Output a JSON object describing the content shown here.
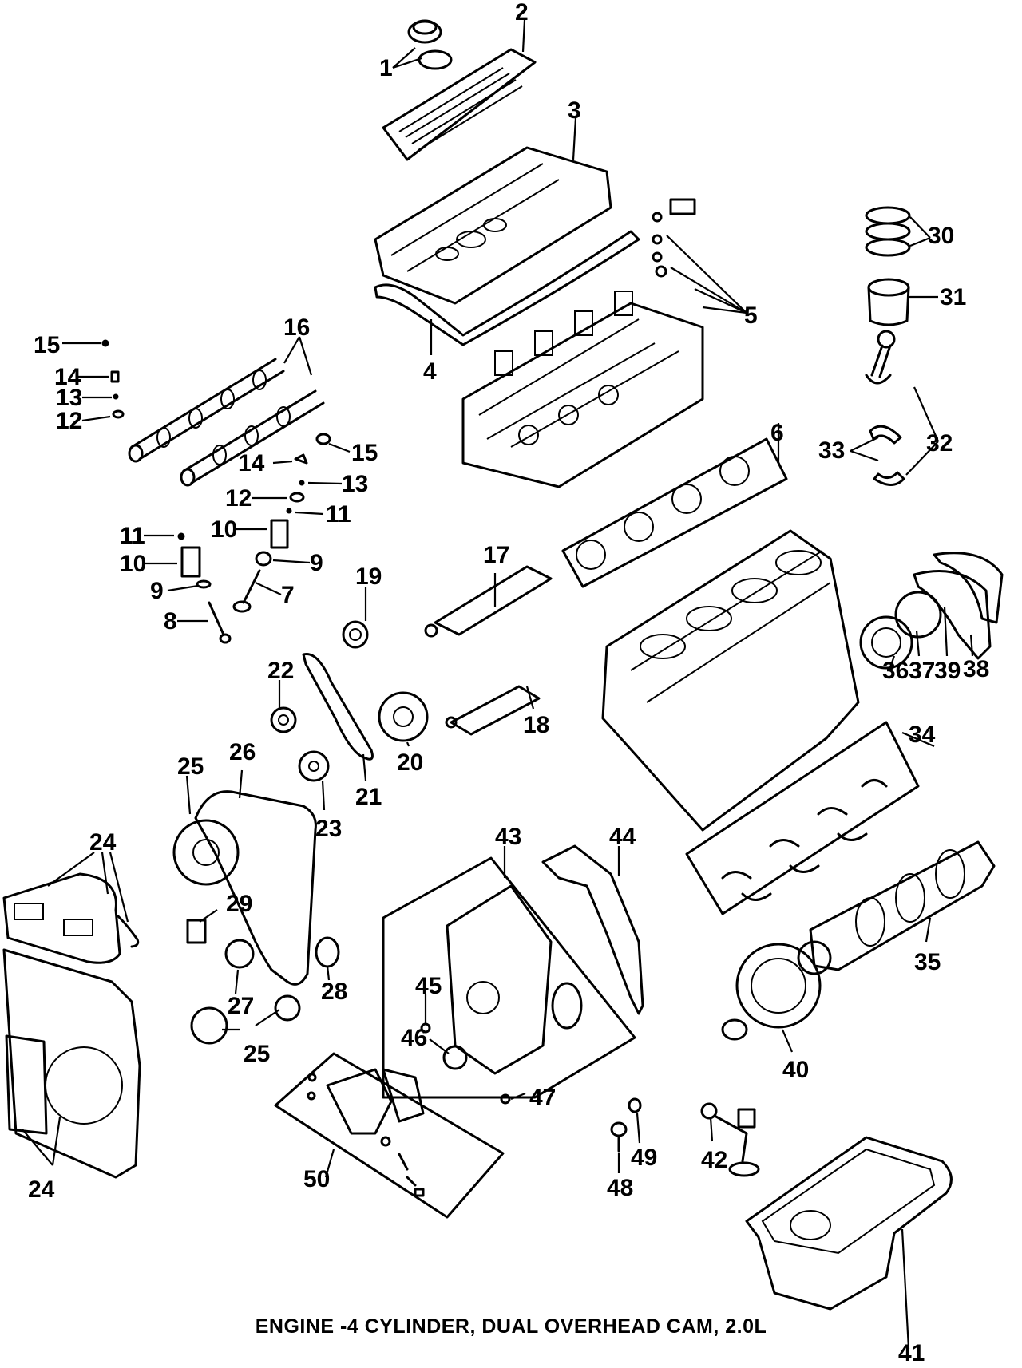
{
  "caption": "ENGINE -4 CYLINDER, DUAL OVERHEAD CAM, 2.0L",
  "callouts": {
    "c1": "1",
    "c2": "2",
    "c3": "3",
    "c4": "4",
    "c5": "5",
    "c6": "6",
    "c7": "7",
    "c8": "8",
    "c9a": "9",
    "c9b": "9",
    "c10a": "10",
    "c10b": "10",
    "c11a": "11",
    "c11b": "11",
    "c12a": "12",
    "c12b": "12",
    "c13a": "13",
    "c13b": "13",
    "c14a": "14",
    "c14b": "14",
    "c15a": "15",
    "c15b": "15",
    "c16": "16",
    "c17": "17",
    "c18": "18",
    "c19": "19",
    "c20": "20",
    "c21": "21",
    "c22": "22",
    "c23": "23",
    "c24a": "24",
    "c24b": "24",
    "c25a": "25",
    "c25b": "25",
    "c26": "26",
    "c27": "27",
    "c28": "28",
    "c29": "29",
    "c30": "30",
    "c31": "31",
    "c32": "32",
    "c33": "33",
    "c34": "34",
    "c35": "35",
    "c36": "36",
    "c37": "37",
    "c38": "38",
    "c39": "39",
    "c40": "40",
    "c41": "41",
    "c42": "42",
    "c43": "43",
    "c44": "44",
    "c45": "45",
    "c46": "46",
    "c47": "47",
    "c48": "48",
    "c49": "49",
    "c50": "50"
  }
}
